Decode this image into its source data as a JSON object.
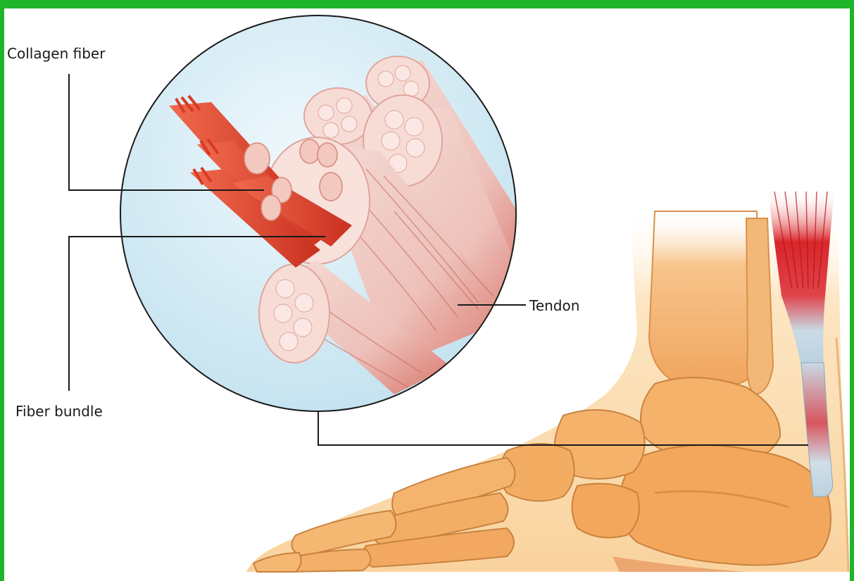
{
  "labels": {
    "collagen_fiber": "Collagen fiber",
    "fiber_bundle": "Fiber bundle",
    "tendon": "Tendon"
  },
  "colors": {
    "frame": "#1fb52a",
    "magnifier_bg": "#cfe8f2",
    "tendon_bundle": "#f3d4cf",
    "collagen": "#e2462e",
    "bone": "#f2b06a",
    "skin": "#fbe1b8",
    "achilles_muscle": "#d41e1e",
    "achilles_tendon": "#c9dbe6",
    "leader_line": "#1a1a1a"
  }
}
